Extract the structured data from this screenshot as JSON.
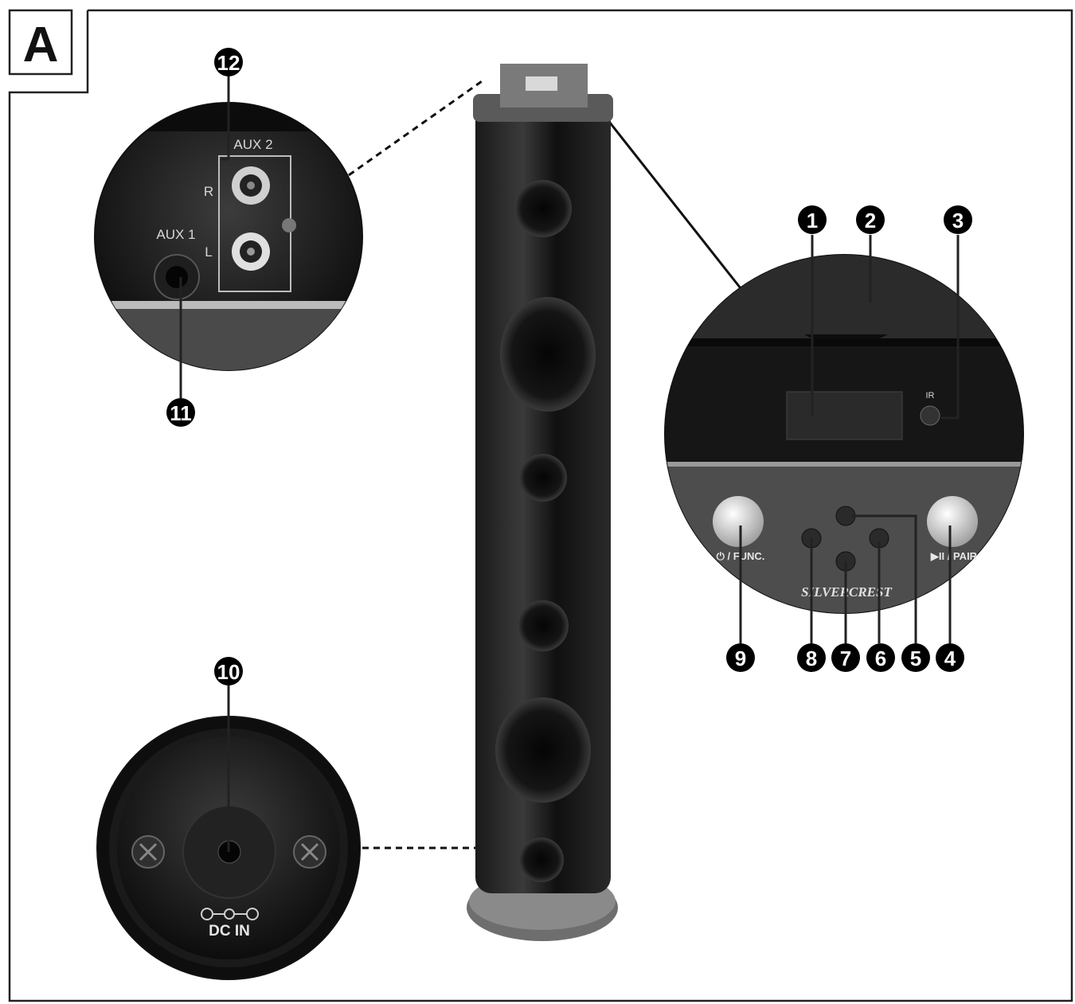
{
  "figure_letter": "A",
  "jack_labels": {
    "aux2": "AUX 2",
    "right": "R",
    "left": "L",
    "aux1": "AUX 1"
  },
  "panel_labels": {
    "ir": "IR",
    "power_func": "⏻ / FUNC.",
    "play_pair": "▶II / PAIR",
    "brand": "SILVERCREST"
  },
  "dc_label": "DC IN",
  "callouts": [
    "1",
    "2",
    "3",
    "4",
    "5",
    "6",
    "7",
    "8",
    "9",
    "10",
    "11",
    "12"
  ],
  "colors": {
    "border": "#222222",
    "device": "#1a1a1a",
    "callout_fill": "#000000",
    "button_silver": "#d9d9d9"
  }
}
